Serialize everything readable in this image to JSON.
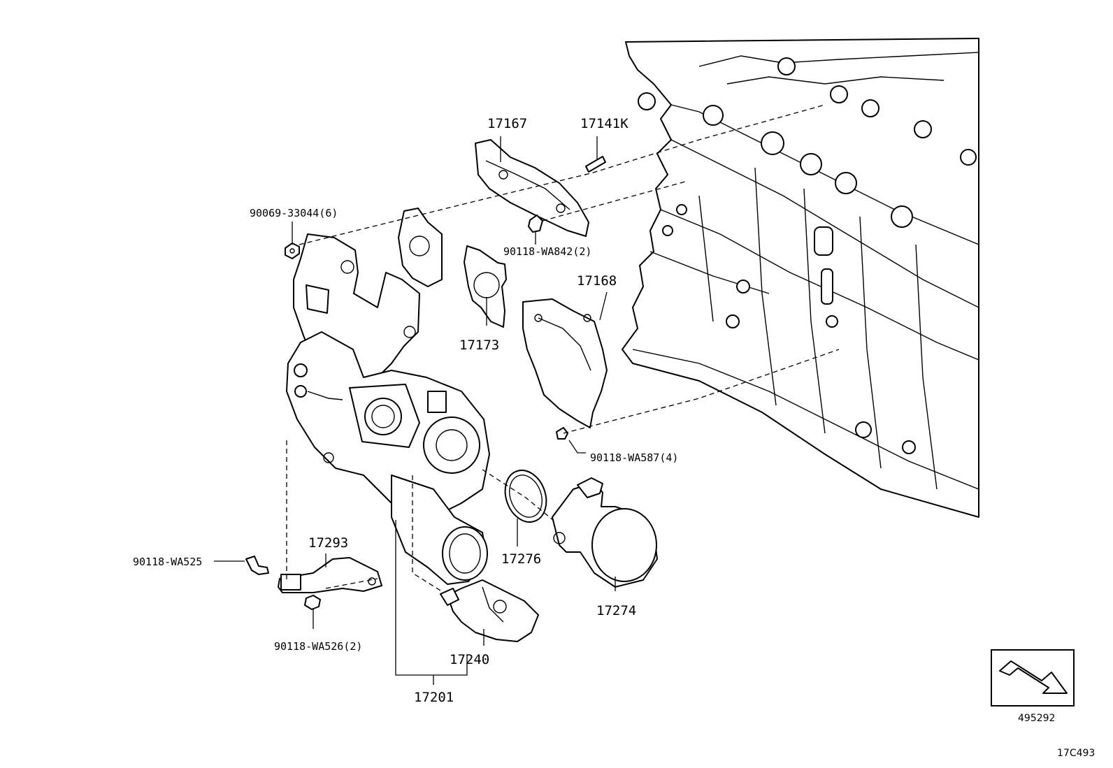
{
  "labels": {
    "p17167": "17167",
    "p17141k": "17141K",
    "p9006933044": "90069-33044(6)",
    "p90118wa842": "90118-WA842(2)",
    "p17168": "17168",
    "p17173": "17173",
    "p90118wa587": "90118-WA587(4)",
    "p17293": "17293",
    "p90118wa525": "90118-WA525",
    "p17276": "17276",
    "p17274": "17274",
    "p90118wa526": "90118-WA526(2)",
    "p17240": "17240",
    "p17201": "17201"
  },
  "footer": {
    "ref_code": "495292",
    "diagram_code": "17C493"
  }
}
